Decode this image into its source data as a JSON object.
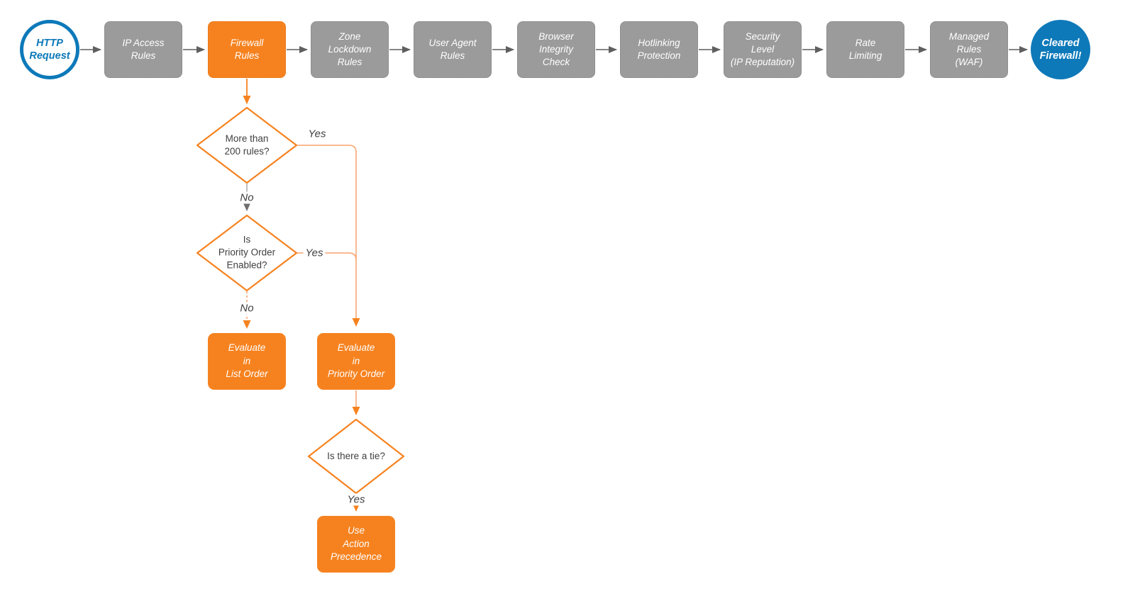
{
  "colors": {
    "orange": "#f6821f",
    "orange_light": "#f9a36c",
    "gray_node_fill": "#9b9b9b",
    "gray_node_border": "#828282",
    "blue": "#0d79b9",
    "diamond_text": "#414141",
    "connector_gray": "#5f5f5f",
    "white": "#ffffff"
  },
  "pipeline": {
    "stages": [
      {
        "label": "HTTP\nRequest",
        "type": "start-circle"
      },
      {
        "label": "IP Access\nRules",
        "type": "gray"
      },
      {
        "label": "Firewall\nRules",
        "type": "orange"
      },
      {
        "label": "Zone\nLockdown\nRules",
        "type": "gray"
      },
      {
        "label": "User Agent\nRules",
        "type": "gray"
      },
      {
        "label": "Browser\nIntegrity\nCheck",
        "type": "gray"
      },
      {
        "label": "Hotlinking\nProtection",
        "type": "gray"
      },
      {
        "label": "Security\nLevel\n(IP Reputation)",
        "type": "gray"
      },
      {
        "label": "Rate\nLimiting",
        "type": "gray"
      },
      {
        "label": "Managed\nRules\n(WAF)",
        "type": "gray"
      },
      {
        "label": "Cleared\nFirewall!",
        "type": "end-circle"
      }
    ]
  },
  "decision_tree": {
    "diamonds": [
      {
        "label": "More than\n200 rules?"
      },
      {
        "label": "Is\nPriority Order\nEnabled?"
      },
      {
        "label": "Is there a tie?"
      }
    ],
    "actions": [
      {
        "label": "Evaluate\nin\nList Order"
      },
      {
        "label": "Evaluate\nin\nPriority Order"
      },
      {
        "label": "Use\nAction\nPrecedence"
      }
    ],
    "labels": {
      "d1_yes": "Yes",
      "d1_no": "No",
      "d2_yes": "Yes",
      "d2_no": "No",
      "d3_yes": "Yes"
    }
  }
}
